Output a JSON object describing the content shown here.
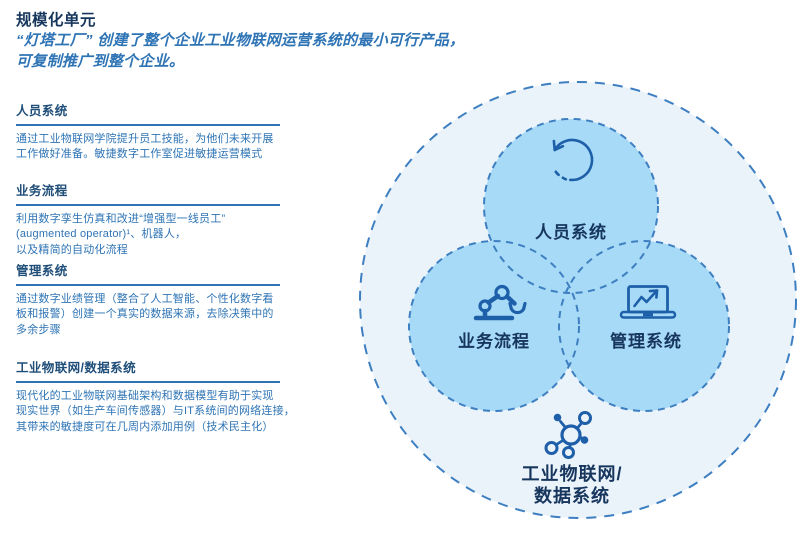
{
  "header": {
    "title": "规模化单元",
    "subtitle_lines": [
      "“灯塔工厂” 创建了整个企业工业物联网运营系统的最小可行产品，",
      "可复制推广到整个企业。"
    ]
  },
  "sections": [
    {
      "heading": "人员系统",
      "lines": [
        "通过工业物联网学院提升员工技能，为他们未来开展",
        "工作做好准备。敏捷数字工作室促进敏捷运营模式"
      ]
    },
    {
      "heading": "业务流程",
      "lines": [
        "利用数字孪生仿真和改进“增强型一线员工”",
        "(augmented operator)¹、机器人，",
        "以及精简的自动化流程"
      ]
    },
    {
      "heading": "管理系统",
      "lines": [
        "通过数字业绩管理（整合了人工智能、个性化数字看",
        "板和报警）创建一个真实的数据来源，去除决策中的",
        "多余步骤"
      ]
    },
    {
      "heading": "工业物联网/数据系统",
      "lines": [
        "现代化的工业物联网基础架构和数据模型有助于实现",
        "现实世界（如生产车间传感器）与IT系统间的网络连接，",
        "其带来的敏捷度可在几周内添加用例（技术民主化）"
      ]
    }
  ],
  "diagram": {
    "circles": [
      {
        "label": "人员系统",
        "icon": "cycle-arrow-icon"
      },
      {
        "label": "业务流程",
        "icon": "robot-arm-icon"
      },
      {
        "label": "管理系统",
        "icon": "laptop-chart-icon"
      }
    ],
    "outer_icon": "network-nodes-icon",
    "outer_label_lines": [
      "工业物联网/",
      "数据系统"
    ],
    "colors": {
      "inner_circle_fill": "#A7DAF6",
      "outer_circle_fill": "#EAF2FA",
      "dashed_stroke": "#3D7FC1",
      "icon_stroke": "#1E5FA9",
      "circle_label_text": "#17365D",
      "heading_text": "#1F4E79",
      "title_text": "#17365D",
      "body_text": "#2E74B5"
    }
  }
}
